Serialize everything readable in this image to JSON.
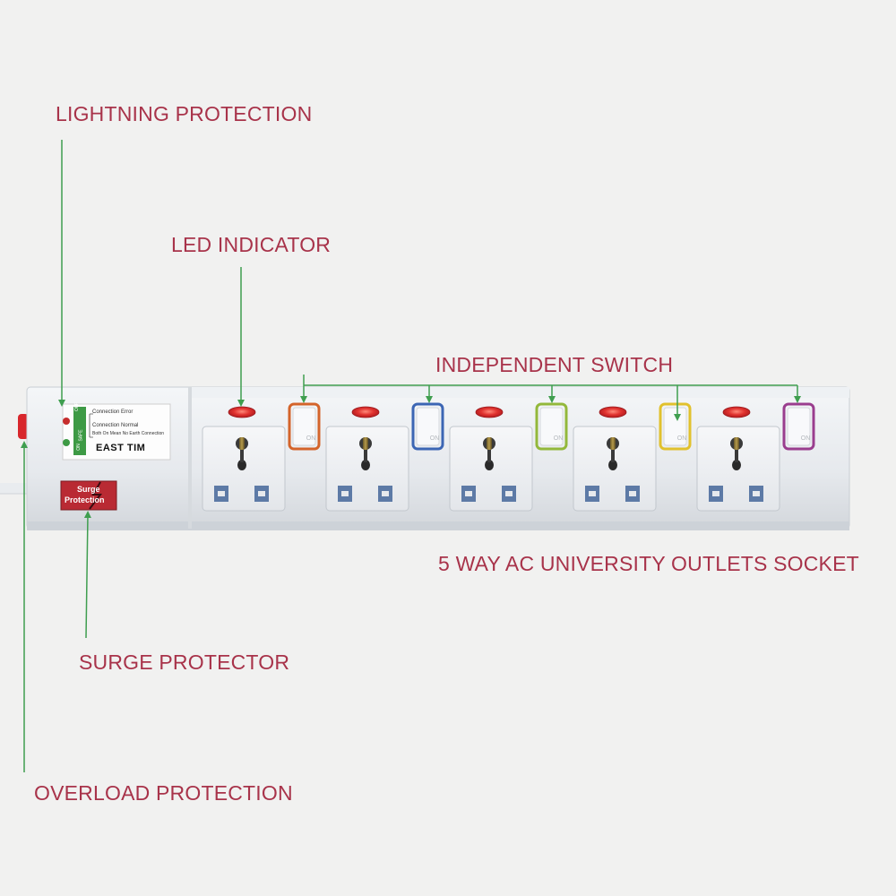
{
  "colors": {
    "label": "#a8334a",
    "arrow": "#3f9e4f",
    "strip_body": "#e7eaee",
    "outlet_face": "#eef0f2",
    "led_red": "#d8262b",
    "pin_slot": "#5d7aa6",
    "switch_colors": [
      "#d4642b",
      "#3c66b4",
      "#93b83b",
      "#e1c12d",
      "#9a3d8e"
    ]
  },
  "callouts": {
    "lightning_protection": "LIGHTNING PROTECTION",
    "led_indicator": "LED INDICATOR",
    "independent_switch": "INDEPENDENT SWITCH",
    "outlets_socket": "5 WAY AC UNIVERSITY OUTLETS SOCKET",
    "surge_protector": "SURGE PROTECTOR",
    "overload_protection": "OVERLOAD PROTECTION"
  },
  "status_panel": {
    "connection_error": "Connection Error",
    "connection_normal": "Connection Normal",
    "both_on_note": "Both On Mean No Earth Connection",
    "brand": "EAST TIM",
    "badges": [
      "OFF",
      "SAFE",
      "ON"
    ]
  },
  "surge_badge": {
    "line1": "Surge",
    "line2": "Protection"
  },
  "switch_label": "ON",
  "product": {
    "outlet_count": 5,
    "switch_count": 5
  }
}
